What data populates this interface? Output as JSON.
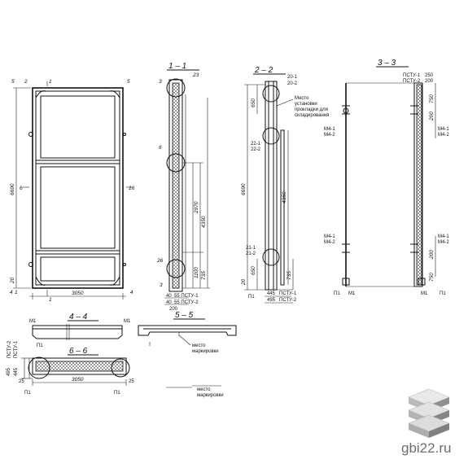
{
  "drawing": {
    "sections": [
      "1 – 1",
      "2 – 2",
      "3 – 3",
      "4 – 4",
      "5 – 5",
      "6 – 6"
    ],
    "elevation": {
      "marks_top": [
        "5",
        "2",
        "1",
        "5"
      ],
      "marks_side": [
        "6",
        "16"
      ],
      "marks_bottom": [
        "4",
        "1",
        "1",
        "4"
      ],
      "height": "6690",
      "width": "3050",
      "bottom": "20"
    },
    "s11": {
      "marks": [
        "3",
        "23",
        "6",
        "26",
        "3"
      ],
      "dims": [
        "2970",
        "4350",
        "1100",
        "735"
      ],
      "bottom_labels": [
        "40",
        "55 ПСТУ-1",
        "40",
        "55 ПСТУ-2",
        "200"
      ]
    },
    "s22": {
      "marks": [
        "20-1",
        "20-2",
        "22-1",
        "22-2",
        "21-1",
        "21-2",
        "П1"
      ],
      "note": [
        "Место",
        "установки",
        "прокладки для",
        "складирования"
      ],
      "dims": [
        "650",
        "6690",
        "4350",
        "650",
        "735",
        "20"
      ],
      "bottom_labels": [
        "445",
        "ПСТУ-1",
        "495",
        "ПСТУ-2"
      ]
    },
    "s33": {
      "marks_top": [
        "ПСТУ-1",
        "250",
        "ПСТУ-2",
        "200"
      ],
      "marks_left": [
        "М4-1",
        "М4-2",
        "М4-1",
        "М4-2"
      ],
      "marks_right": [
        "М4-1",
        "М4-2",
        "М4-1",
        "М4-2"
      ],
      "dims": [
        "750",
        "200",
        "750",
        "200"
      ],
      "bottom": [
        "П1",
        "М1",
        "М1",
        "П1"
      ]
    },
    "s44": {
      "marks": [
        "М1",
        "М1",
        "П1"
      ]
    },
    "s55": {
      "note": [
        "место",
        "маркировки"
      ]
    },
    "s66": {
      "left": [
        "ПСТУ-2",
        "ПСТУ-1",
        "495",
        "445"
      ],
      "width": "3050",
      "marks": [
        "25",
        "25",
        "П1",
        "П1"
      ],
      "note": [
        "место",
        "маркировки"
      ]
    }
  },
  "watermark": {
    "text": "gbi22.ru"
  }
}
